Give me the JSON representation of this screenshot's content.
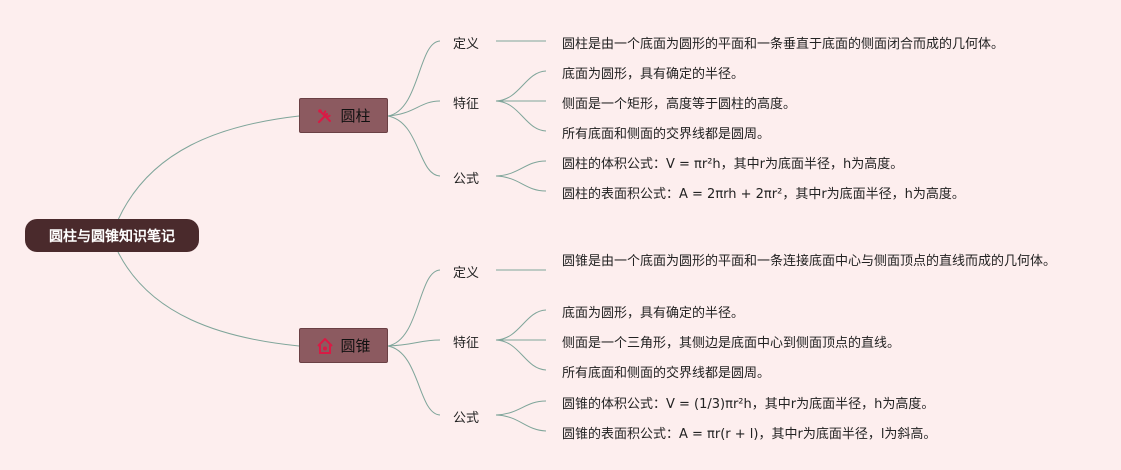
{
  "root": {
    "title": "圆柱与圆锥知识笔记"
  },
  "colors": {
    "background": "#fdeeee",
    "root": "#4a2a2c",
    "topic": "#8c5a60",
    "line": "#7fa59a",
    "icon": "#d81b45"
  },
  "topics": [
    {
      "label": "圆柱",
      "icon": "tools-icon",
      "definition": {
        "label": "定义",
        "items": [
          "圆柱是由一个底面为圆形的平面和一条垂直于底面的侧面闭合而成的几何体。"
        ]
      },
      "features": {
        "label": "特征",
        "items": [
          "底面为圆形，具有确定的半径。",
          "侧面是一个矩形，高度等于圆柱的高度。",
          "所有底面和侧面的交界线都是圆周。"
        ]
      },
      "formulas": {
        "label": "公式",
        "items": [
          "圆柱的体积公式：V = πr²h，其中r为底面半径，h为高度。",
          "圆柱的表面积公式：A = 2πrh + 2πr²，其中r为底面半径，h为高度。"
        ]
      }
    },
    {
      "label": "圆锥",
      "icon": "home-icon",
      "definition": {
        "label": "定义",
        "items": [
          "圆锥是由一个底面为圆形的平面和一条连接底面中心与侧面顶点的直线而成的几何体。"
        ]
      },
      "features": {
        "label": "特征",
        "items": [
          "底面为圆形，具有确定的半径。",
          "侧面是一个三角形，其侧边是底面中心到侧面顶点的直线。",
          "所有底面和侧面的交界线都是圆周。"
        ]
      },
      "formulas": {
        "label": "公式",
        "items": [
          "圆锥的体积公式：V = (1/3)πr²h，其中r为底面半径，h为高度。",
          "圆锥的表面积公式：A = πr(r + l)，其中r为底面半径，l为斜高。"
        ]
      }
    }
  ]
}
